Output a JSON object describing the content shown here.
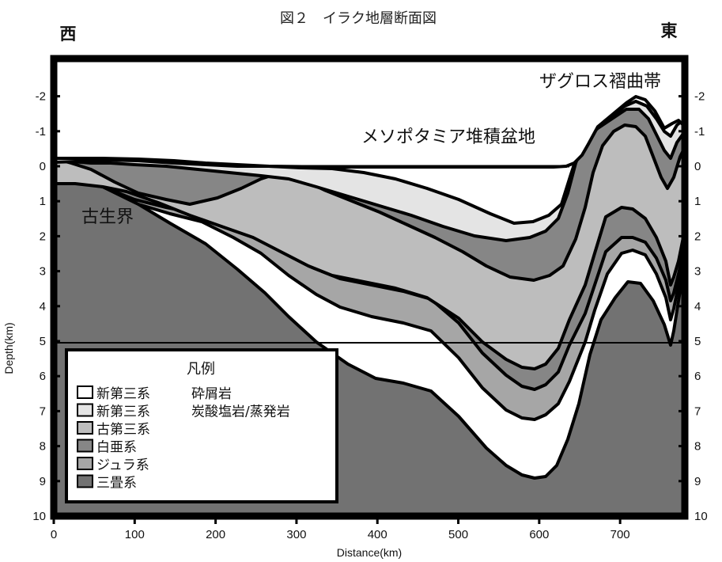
{
  "title": "図２　イラク地層断面図",
  "directions": {
    "west": "西",
    "east": "東"
  },
  "region_labels": {
    "zagros": "ザグロス褶曲帯",
    "mesopotamia": "メソポタミア堆積盆地",
    "paleozoic": "古生界"
  },
  "axes": {
    "xlabel": "Distance(km)",
    "ylabel": "Depth(km)",
    "x_ticks": [
      "0",
      "100",
      "200",
      "300",
      "400",
      "500",
      "600",
      "700"
    ],
    "y_ticks": [
      "-2",
      "-1",
      "0",
      "1",
      "2",
      "3",
      "4",
      "5",
      "6",
      "7",
      "8",
      "9",
      "10"
    ],
    "xlim": [
      0,
      780
    ],
    "ylim": [
      -3,
      10
    ]
  },
  "legend": {
    "title": "凡例",
    "items": [
      {
        "label": "新第三系",
        "note": "砕屑岩",
        "color": "#ffffff"
      },
      {
        "label": "新第三系",
        "note": "炭酸塩岩/蒸発岩",
        "color": "#e4e4e4"
      },
      {
        "label": "古第三系",
        "note": "",
        "color": "#bdbdbd"
      },
      {
        "label": "白亜系",
        "note": "",
        "color": "#868686"
      },
      {
        "label": "ジュラ系",
        "note": "",
        "color": "#a6a6a6"
      },
      {
        "label": "三畳系",
        "note": "",
        "color": "#727272"
      }
    ]
  },
  "reference_lines": {
    "sea_level_depth": 0,
    "depth_line": 5
  }
}
